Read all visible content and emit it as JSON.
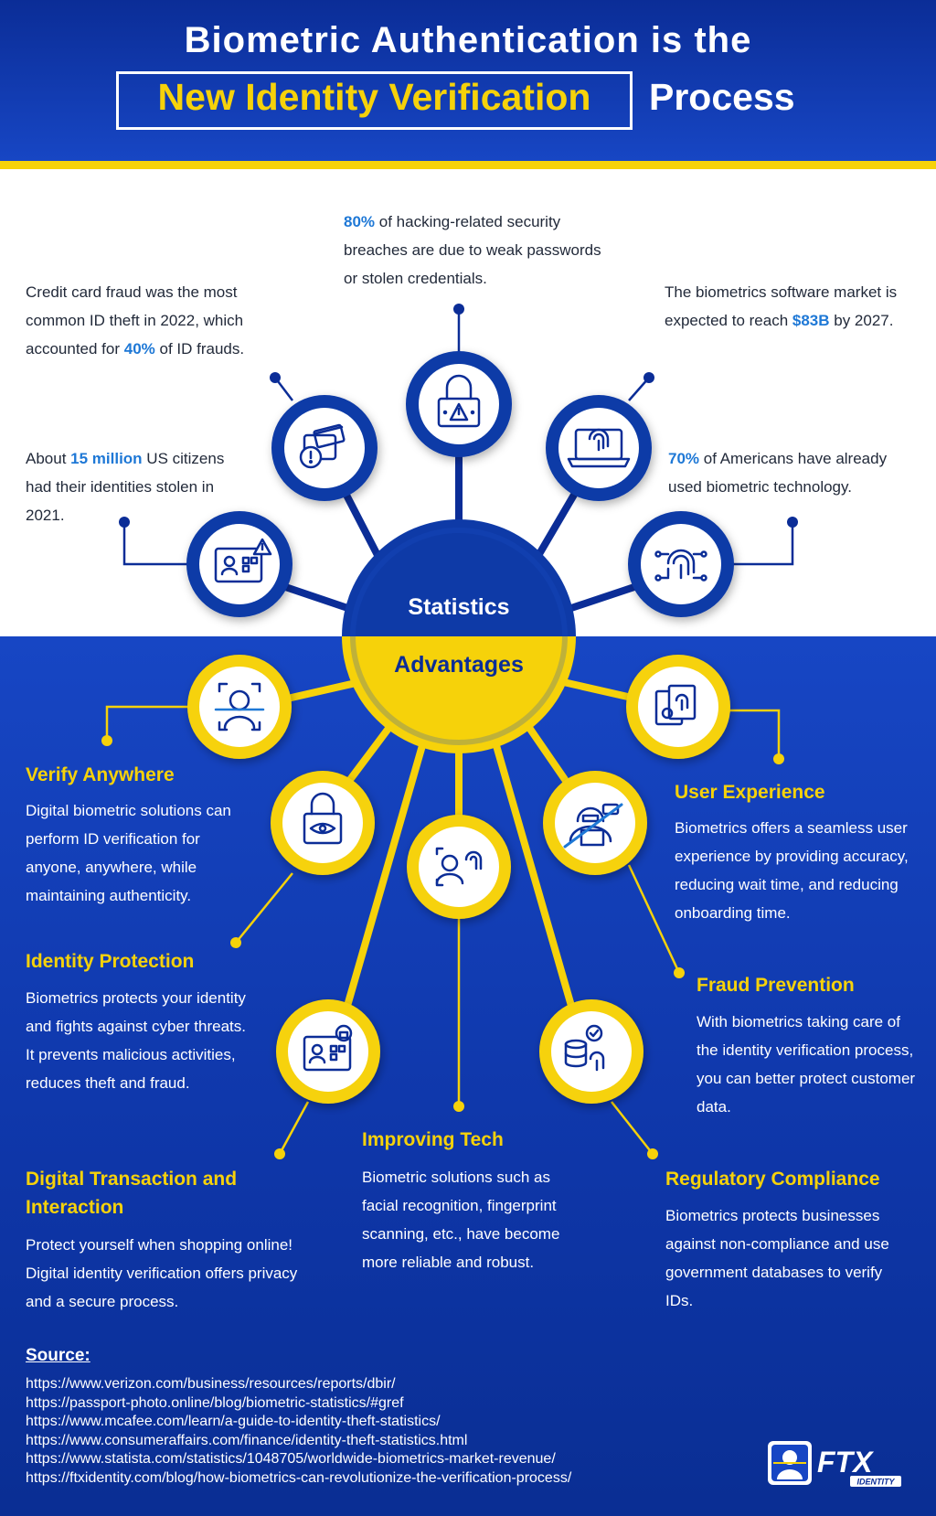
{
  "header": {
    "line1": "Biometric Authentication is the",
    "highlight": "New Identity Verification",
    "line2_end": "Process"
  },
  "hub": {
    "top": "Statistics",
    "bottom": "Advantages"
  },
  "stats": [
    {
      "id": "breaches",
      "parts": [
        {
          "t": "80%",
          "hl": true
        },
        {
          "t": " of hacking-related security breaches are due to weak passwords or stolen credentials."
        }
      ]
    },
    {
      "id": "credit",
      "parts": [
        {
          "t": "Credit card fraud was the most common ID theft in 2022, which accounted for "
        },
        {
          "t": "40%",
          "hl": true
        },
        {
          "t": " of ID frauds."
        }
      ]
    },
    {
      "id": "market",
      "parts": [
        {
          "t": "The biometrics software market is expected to reach "
        },
        {
          "t": "$83B",
          "hl": true
        },
        {
          "t": " by 2027."
        }
      ]
    },
    {
      "id": "stolen",
      "parts": [
        {
          "t": "About "
        },
        {
          "t": "15 million",
          "hl": true
        },
        {
          "t": " US citizens had their identities stolen in 2021."
        }
      ]
    },
    {
      "id": "americans",
      "parts": [
        {
          "t": "70%",
          "hl": true
        },
        {
          "t": " of Americans have already used biometric technology."
        }
      ]
    }
  ],
  "advantages": {
    "verify": {
      "title": "Verify Anywhere",
      "text": "Digital biometric solutions can perform ID verification for anyone, anywhere, while maintaining authenticity."
    },
    "ux": {
      "title": "User Experience",
      "text": "Biometrics offers a seamless user experience by providing accuracy, reducing wait time, and reducing onboarding time."
    },
    "protection": {
      "title": "Identity Protection",
      "text": "Biometrics protects your identity and fights against cyber threats. It prevents malicious activities, reduces theft and fraud."
    },
    "fraud": {
      "title": "Fraud Prevention",
      "text": "With biometrics taking care of the identity verification process, you can better protect customer data."
    },
    "transaction": {
      "title": "Digital Transaction and Interaction",
      "text": "Protect yourself when shopping online! Digital identity verification offers privacy and a secure process."
    },
    "tech": {
      "title": "Improving Tech",
      "text": "Biometric solutions such as facial recognition, fingerprint scanning, etc., have become more reliable and robust."
    },
    "compliance": {
      "title": "Regulatory Compliance",
      "text": "Biometrics protects businesses against non-compliance and use government databases to verify IDs."
    }
  },
  "source": {
    "title": "Source:",
    "links": [
      "https://www.verizon.com/business/resources/reports/dbir/",
      "https://passport-photo.online/blog/biometric-statistics/#gref",
      "https://www.mcafee.com/learn/a-guide-to-identity-theft-statistics/",
      "https://www.consumeraffairs.com/finance/identity-theft-statistics.html",
      "https://www.statista.com/statistics/1048705/worldwide-biometrics-market-revenue/",
      "https://ftxidentity.com/blog/how-biometrics-can-revolutionize-the-verification-process/"
    ]
  },
  "logo": {
    "brand": "FTX",
    "tagline": "IDENTITY"
  },
  "colors": {
    "navy": "#0b2d97",
    "blue": "#1746c4",
    "yellow": "#f6d20a",
    "highlight": "#1e78d6"
  },
  "icons": [
    "padlock-warning-icon",
    "wallet-card-warning-icon",
    "laptop-fingerprint-icon",
    "id-card-warning-icon",
    "fingerprint-circuit-icon",
    "face-scan-icon",
    "documents-fingerprint-icon",
    "padlock-eye-icon",
    "hacker-laptop-icon",
    "person-fingerprint-icon",
    "id-card-lock-icon",
    "database-fingerprint-icon"
  ]
}
